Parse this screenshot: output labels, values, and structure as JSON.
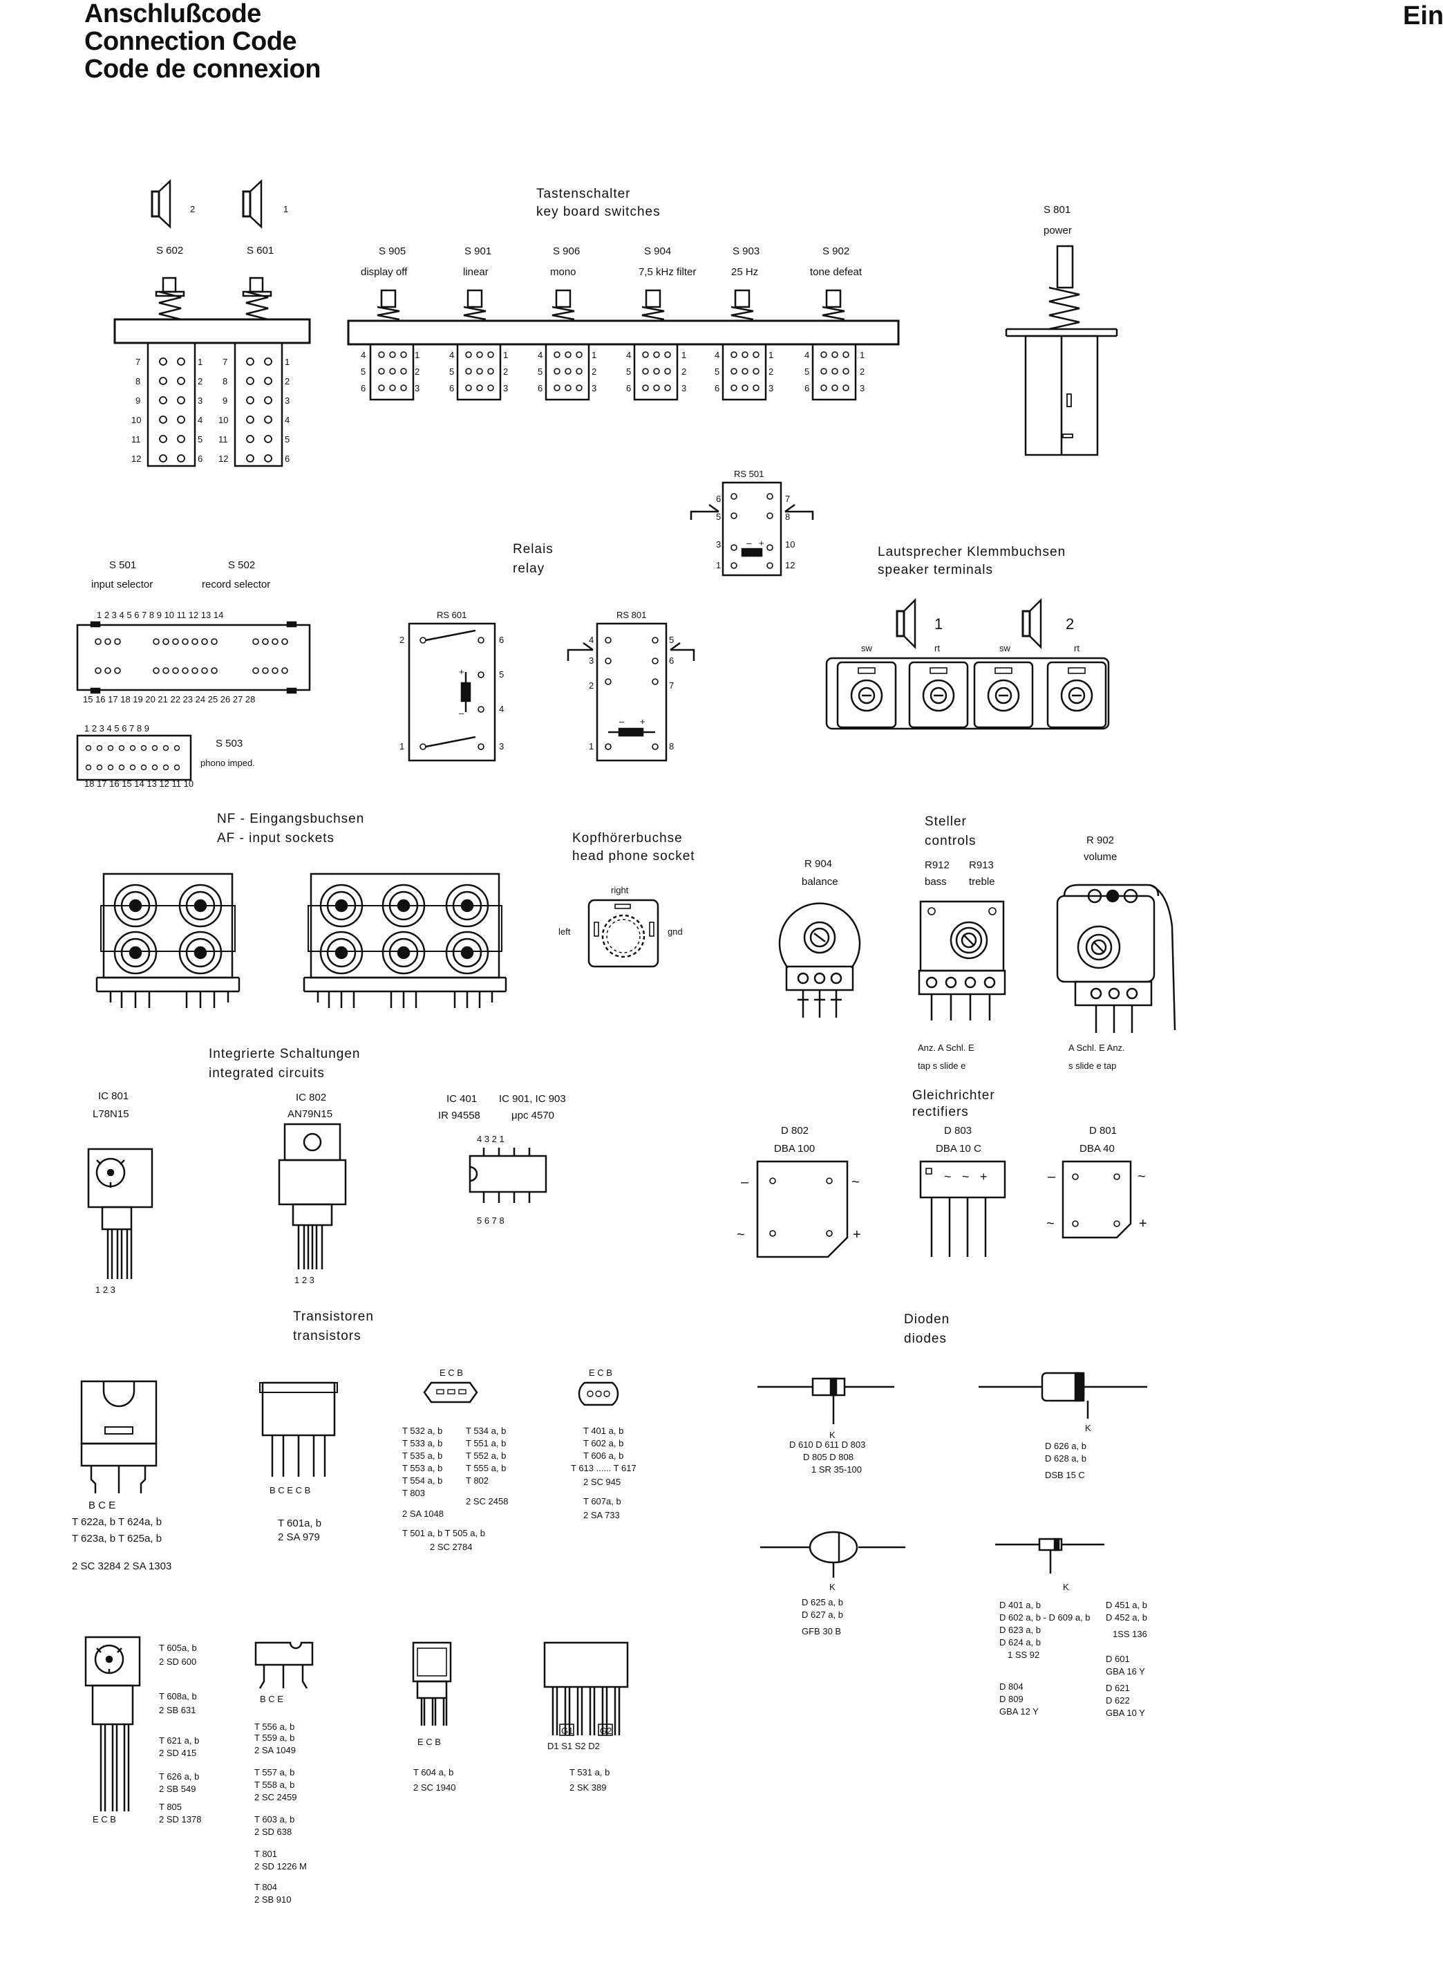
{
  "header": {
    "title_de": "Anschlußcode",
    "title_en": "Connection Code",
    "title_fr": "Code de connexion",
    "corner": "Ein"
  },
  "keyboard": {
    "title_de": "Tastenschalter",
    "title_en": "key board switches",
    "switches": [
      {
        "ref": "S 905",
        "fn": "display off"
      },
      {
        "ref": "S 901",
        "fn": "linear"
      },
      {
        "ref": "S 906",
        "fn": "mono"
      },
      {
        "ref": "S 904",
        "fn": "7,5 kHz  filter"
      },
      {
        "ref": "S 903",
        "fn": "25 Hz"
      },
      {
        "ref": "S 902",
        "fn": "tone defeat"
      }
    ]
  },
  "speaker_switches": [
    {
      "ref": "S 602",
      "num": "2"
    },
    {
      "ref": "S 601",
      "num": "1"
    }
  ],
  "power": {
    "ref": "S 801",
    "fn": "power"
  },
  "selectors": {
    "s501": "S 501",
    "s501_fn": "input selector",
    "s502": "S 502",
    "s502_fn": "record selector",
    "top_nums": "1 2 3     4 5 6 7 8 9 10    11 12 13 14",
    "bot_nums": "15 16 17    18 19 20 21 22 23 24   25 26 27 28",
    "s503": "S 503",
    "s503_fn": "phono imped.",
    "s503_top": "1 2 3 4 5 6 7 8 9",
    "s503_bot": "18 17 16 15 14 13 12 11 10"
  },
  "relay": {
    "title_de": "Relais",
    "title_en": "relay",
    "rs601": "RS 601",
    "rs801": "RS 801",
    "rs501": "RS 501"
  },
  "speaker_terminals": {
    "title_de": "Lautsprecher Klemmbuchsen",
    "title_en": "speaker terminals",
    "labels": [
      "sw",
      "rt",
      "sw",
      "rt"
    ],
    "nums": [
      "1",
      "2"
    ]
  },
  "af_input": {
    "title_de": "NF - Eingangsbuchsen",
    "title_en": "AF - input sockets"
  },
  "headphone": {
    "title_de": "Kopfhörerbuchse",
    "title_en": "head phone socket",
    "right": "right",
    "left": "left",
    "gnd": "gnd"
  },
  "controls": {
    "title_de": "Steller",
    "title_en": "controls",
    "r904": "R 904",
    "r904_fn": "balance",
    "r912": "R912",
    "r913": "R913",
    "bass": "bass",
    "treble": "treble",
    "r902": "R 902",
    "r902_fn": "volume",
    "pins1_de": "Anz.  A  Schl.  E",
    "pins1_en": "tap   s  slide  e",
    "pins2_de": "A  Schl.  E   Anz.",
    "pins2_en": "s  slide  e   tap"
  },
  "ic": {
    "title_de": "Integrierte  Schaltungen",
    "title_en": "integrated  circuits",
    "ic801": "IC 801",
    "ic801_t": "L78N15",
    "ic802": "IC 802",
    "ic802_t": "AN79N15",
    "ic401": "IC 401",
    "ic401_t": "IR 94558",
    "ic901": "IC 901, IC 903",
    "ic901_t": "μpc 4570",
    "pins123": "1 2 3",
    "dip_top": "4  3  2  1",
    "dip_bot": "5  6  7  8"
  },
  "rectifiers": {
    "title_de": "Gleichrichter",
    "title_en": "rectifiers",
    "d802": "D 802",
    "d802_t": "DBA 100",
    "d803": "D 803",
    "d803_t": "DBA 10 C",
    "d801": "D 801",
    "d801_t": "DBA 40"
  },
  "transistors": {
    "title_de": "Transistoren",
    "title_en": "transistors",
    "g1_pins": "B   C   E",
    "g1_l1": "T 622a, b    T 624a, b",
    "g1_l2": "T 623a, b    T 625a, b",
    "g1_l3": "2 SC 3284   2 SA 1303",
    "g2_pins": "B C E C B",
    "g2_l1": "T 601a, b",
    "g2_l2": "2 SA 979",
    "g3_pins": "E C B",
    "g3_col1": [
      "T 532 a, b",
      "T 533 a, b",
      "T 535 a, b",
      "T 553 a, b",
      "T 554 a, b",
      "T 803",
      "",
      "2 SA 1048"
    ],
    "g3_col2": [
      "T 534 a, b",
      "T 551 a, b",
      "T 552 a, b",
      "T 555 a, b",
      "T 802",
      "",
      "2 SC 2458"
    ],
    "g3_l1": "T 501 a, b       T 505 a, b",
    "g3_l2": "2 SC 2784",
    "g4_pins": "E C B",
    "g4_lines": [
      "T 401 a, b",
      "T 602 a, b",
      "T 606 a, b",
      "T 613 ...... T 617",
      "2 SC 945",
      "",
      "T 607a, b",
      "2 SA 733"
    ],
    "g5_pins": "E  C  B",
    "g5_lines": [
      "T 605a, b",
      "2 SD 600",
      "",
      "T 608a, b",
      "2 SB 631",
      "",
      "T 621 a, b",
      "2 SD 415",
      "",
      "T 626 a, b",
      "2 SB 549",
      "",
      "T  805",
      "2 SD 1378"
    ],
    "g6_pins": "B    C    E",
    "g6_lines": [
      "T 556 a, b",
      "T 559 a, b",
      "2 SA 1049",
      "",
      "T 557 a, b",
      "T 558 a, b",
      "2 SC 2459",
      "",
      "T 603 a, b",
      "2 SD 638",
      "",
      "T 801",
      "2 SD 1226 M",
      "",
      "T 804",
      "2 SB 910"
    ],
    "g7_pins": "E  C  B",
    "g7_l1": "T 604 a, b",
    "g7_l2": "2 SC 1940",
    "g8_pins": "D1   S1   S2   D2",
    "g8_g1": "G1",
    "g8_g2": "G2",
    "g8_l1": "T 531 a, b",
    "g8_l2": "2 SK 389"
  },
  "diodes": {
    "title_de": "Dioden",
    "title_en": "diodes",
    "k": "K",
    "d1_lines": [
      "D 610   D 611    D 803",
      "D 805    D 808",
      "1 SR 35-100"
    ],
    "d2_lines": [
      "D 626 a, b",
      "D 628 a, b",
      "DSB 15 C"
    ],
    "d3_lines": [
      "D 625 a, b",
      "D 627 a, b",
      "GFB  30 B"
    ],
    "d4_col1": [
      "D 401 a, b",
      "D 602 a, b - D 609 a, b",
      "D 623 a, b",
      "D 624 a, b",
      "1 SS 92",
      "",
      "D 804",
      "D 809",
      "GBA 12 Y"
    ],
    "d4_col2": [
      "D 451 a, b",
      "D 452 a, b",
      "1SS 136",
      "",
      "D 601",
      "GBA 16 Y",
      "",
      "D 621",
      "D 622",
      "GBA 10 Y"
    ]
  }
}
